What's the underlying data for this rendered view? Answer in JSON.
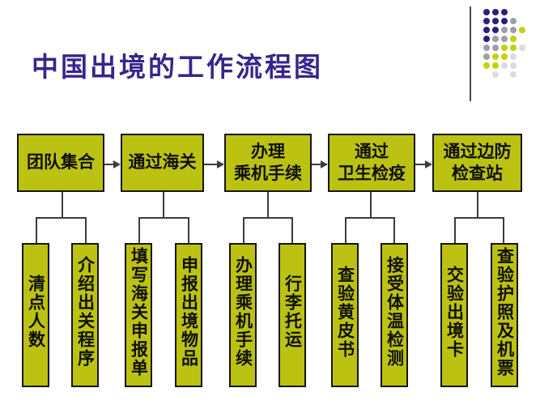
{
  "title": {
    "text": "中国出境的工作流程图",
    "color": "#38258b"
  },
  "flow": {
    "stages": [
      {
        "label": "团队集合",
        "children": [
          "清点人数",
          "介绍出关程序"
        ]
      },
      {
        "label": "通过海关",
        "children": [
          "填写海关申报单",
          "申报出境物品"
        ]
      },
      {
        "label": "办理\n乘机手续",
        "children": [
          "办理乘机手续",
          "行李托运"
        ]
      },
      {
        "label": "通过\n卫生检疫",
        "children": [
          "查验黄皮书",
          "接受体温检测"
        ]
      },
      {
        "label": "通过边防\n检查站",
        "children": [
          "交验出境卡",
          "查验护照及机票"
        ]
      }
    ],
    "colors": {
      "box_fill": "#bcc211",
      "box_border": "#161616",
      "text": "#101010",
      "connector": "#3c3c3c"
    }
  },
  "decoration": {
    "vertical_line_color": "#4a4a52",
    "dot_colors": {
      "n": "#2b1f7e",
      "g": "#9aa1a8",
      "c": "#c3d10a",
      "l": "#d9dde0"
    },
    "dot_rows": [
      "nnn..",
      "nnng.",
      "nnggc",
      "nggc.",
      "ggccl",
      "gccl.",
      "ccll.",
      ".l.l."
    ]
  }
}
